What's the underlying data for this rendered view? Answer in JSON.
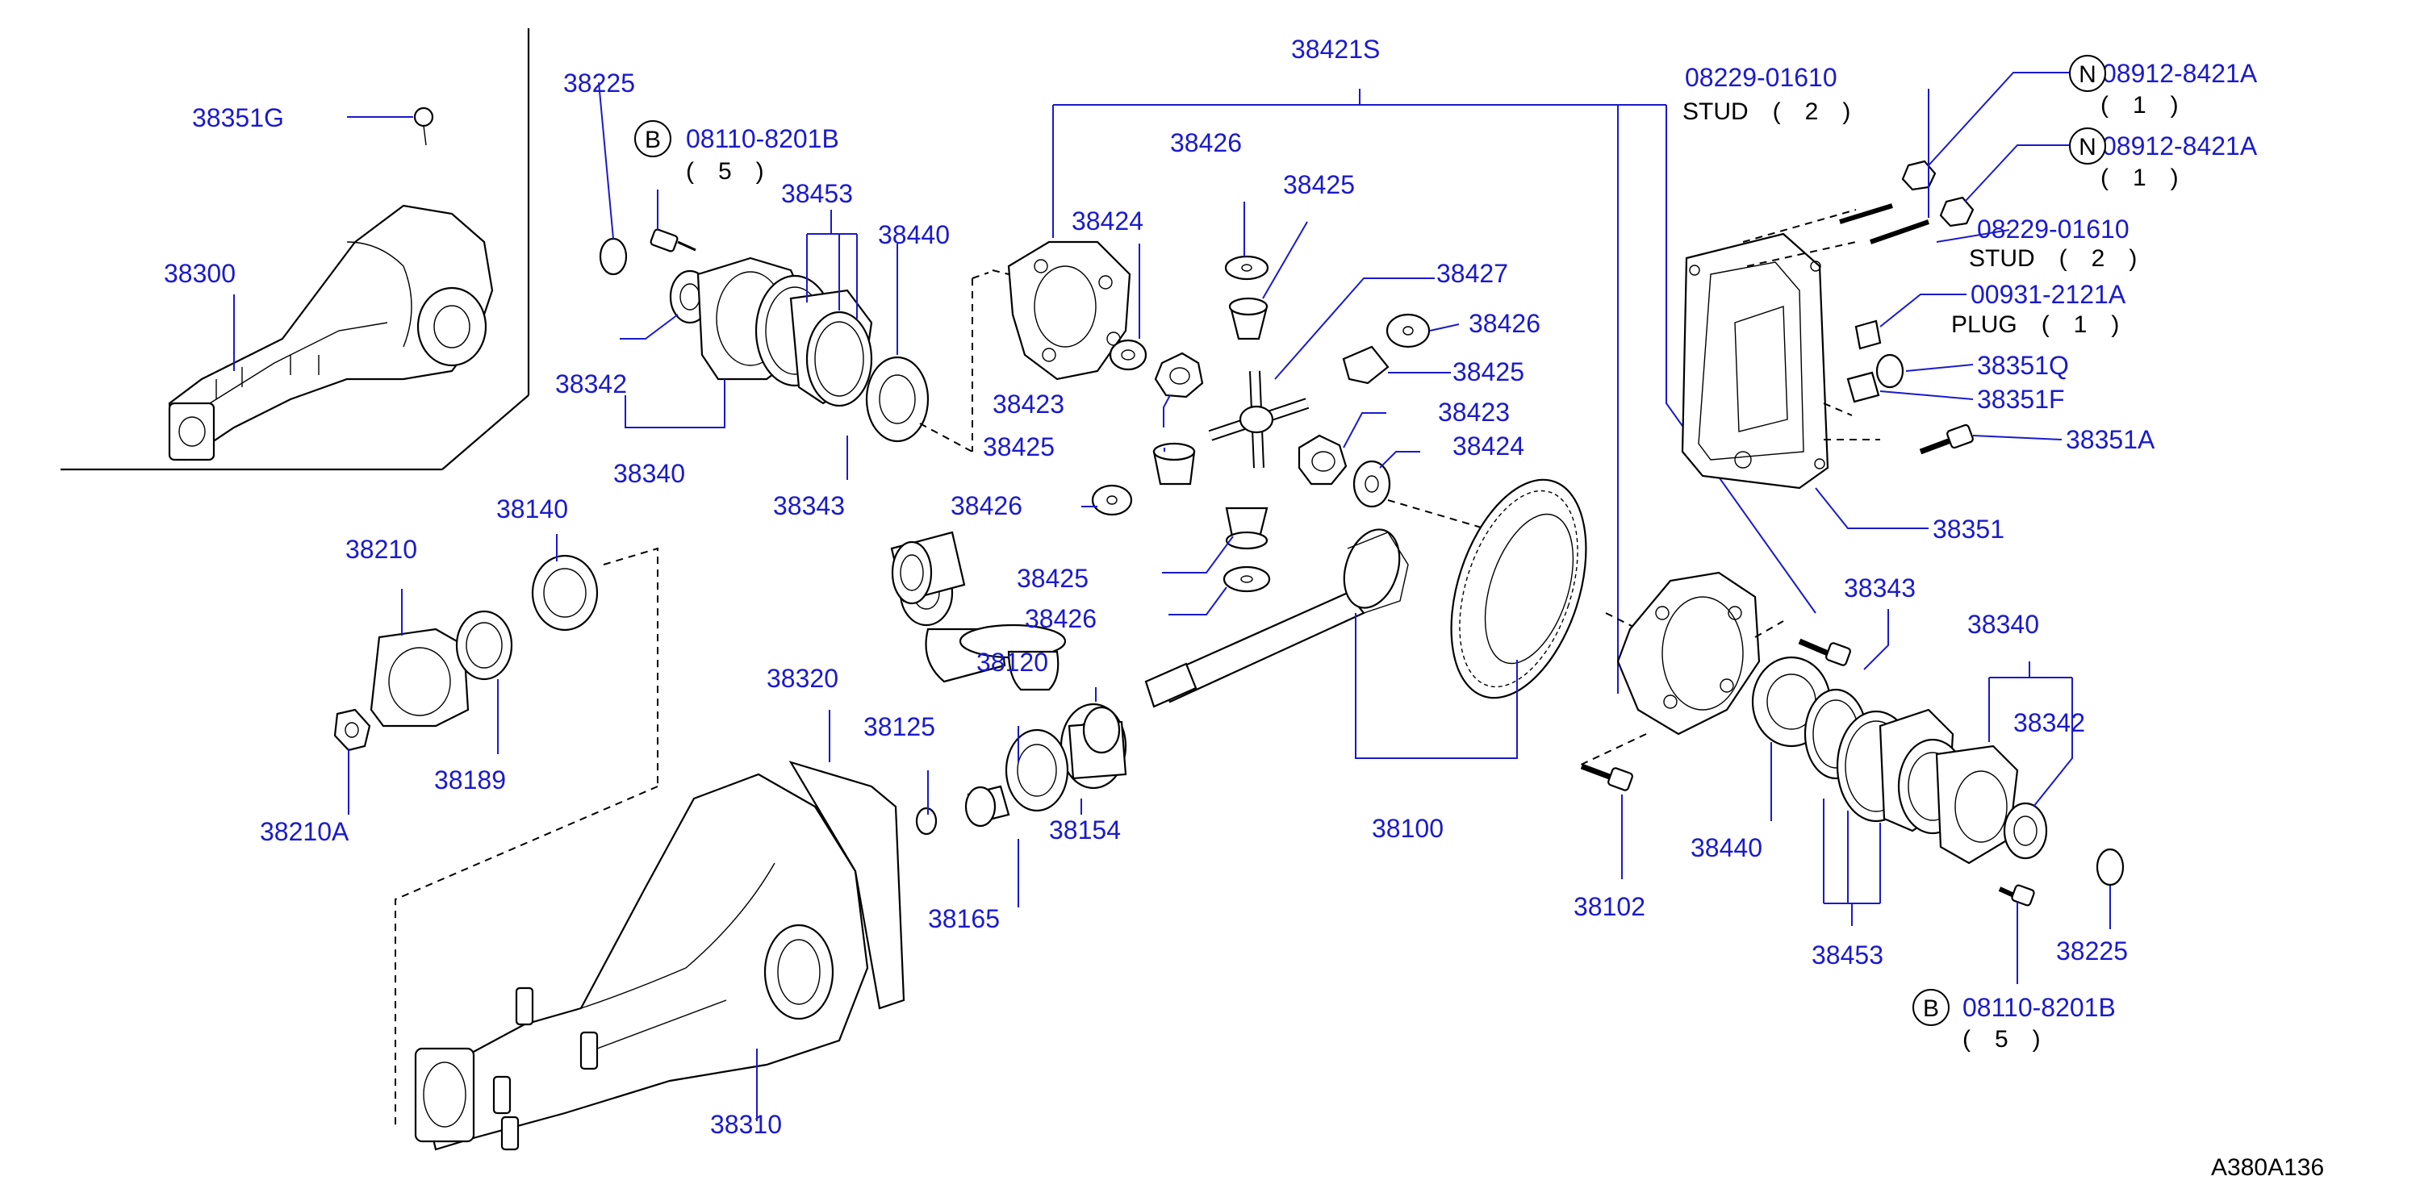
{
  "diagram": {
    "reference_code": "A380A136",
    "part_labels": {
      "p38351G": "38351G",
      "p38300": "38300",
      "p38225_top": "38225",
      "p38342_top": "38342",
      "p38340_top": "38340",
      "p38453_top": "38453",
      "p38440_top": "38440",
      "p38343_top": "38343",
      "p38421S": "38421S",
      "p38424_a": "38424",
      "p38423_a": "38423",
      "p38425_a": "38425",
      "p38426_a": "38426",
      "p38425_b": "38425",
      "p38426_b": "38426",
      "p38427": "38427",
      "p38426_c": "38426",
      "p38425_c": "38425",
      "p38423_b": "38423",
      "p38424_b": "38424",
      "p38425_d": "38425",
      "p38426_d": "38426",
      "p38210": "38210",
      "p38140": "38140",
      "p38189": "38189",
      "p38210A": "38210A",
      "p38320": "38320",
      "p38125": "38125",
      "p38120": "38120",
      "p38154": "38154",
      "p38165": "38165",
      "p38310": "38310",
      "p38100": "38100",
      "p38102": "38102",
      "p38351": "38351",
      "p38343_bot": "38343",
      "p38340_bot": "38340",
      "p38342_bot": "38342",
      "p38440_bot": "38440",
      "p38453_bot": "38453",
      "p38225_bot": "38225",
      "p38351Q": "38351Q",
      "p38351F": "38351F",
      "p38351A": "38351A",
      "p00931": "00931-2121A",
      "p08229_a": "08229-01610",
      "p08229_b": "08229-01610",
      "p08912_a": "08912-8421A",
      "p08912_b": "08912-8421A",
      "p08110_top": "08110-8201B",
      "p08110_bot": "08110-8201B"
    },
    "notes": {
      "stud_a": "STUD　(　2　)",
      "stud_b": "STUD　(　2　)",
      "plug": "PLUG　(　1　)",
      "qty1_a": "(　1　)",
      "qty1_b": "(　1　)",
      "qty5_top": "(　5　)",
      "qty5_bot": "(　5　)"
    },
    "badges": {
      "b_top": "B",
      "b_bot": "B",
      "n_a": "N",
      "n_b": "N"
    }
  }
}
